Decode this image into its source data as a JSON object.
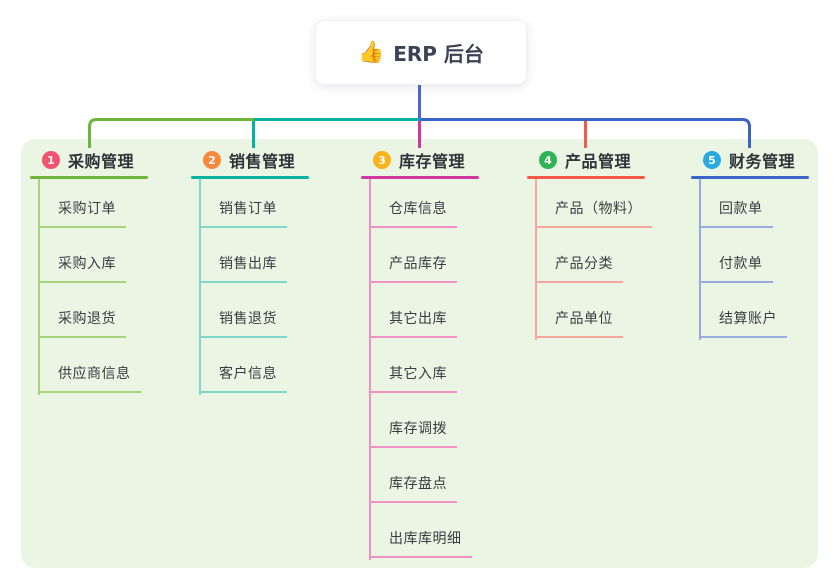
{
  "root": {
    "icon": "👍",
    "label": "ERP 后台"
  },
  "connector": {
    "trunk_color": "#4d68d4"
  },
  "panel": {
    "bg_color": "#eaf6e3"
  },
  "branches": [
    {
      "badge": "1",
      "label": "采购管理",
      "color": "#6fb53c",
      "light_color": "#a7d37c",
      "badge_color": "#f2536e",
      "children": [
        "采购订单",
        "采购入库",
        "采购退货",
        "供应商信息"
      ]
    },
    {
      "badge": "2",
      "label": "销售管理",
      "color": "#05b2a2",
      "light_color": "#7fd6cb",
      "badge_color": "#f7893f",
      "children": [
        "销售订单",
        "销售出库",
        "销售退货",
        "客户信息"
      ]
    },
    {
      "badge": "3",
      "label": "库存管理",
      "color": "#d1389f",
      "light_color": "#f091c5",
      "badge_color": "#f8b31c",
      "children": [
        "仓库信息",
        "产品库存",
        "其它出库",
        "其它入库",
        "库存调拨",
        "库存盘点",
        "出库库明细"
      ]
    },
    {
      "badge": "4",
      "label": "产品管理",
      "color": "#f45a4c",
      "light_color": "#f6a69c",
      "badge_color": "#2fb356",
      "children": [
        "产品（物料）",
        "产品分类",
        "产品单位"
      ]
    },
    {
      "badge": "5",
      "label": "财务管理",
      "color": "#3c63c7",
      "light_color": "#97abde",
      "badge_color": "#2aa8e0",
      "children": [
        "回款单",
        "付款单",
        "结算账户"
      ]
    }
  ]
}
